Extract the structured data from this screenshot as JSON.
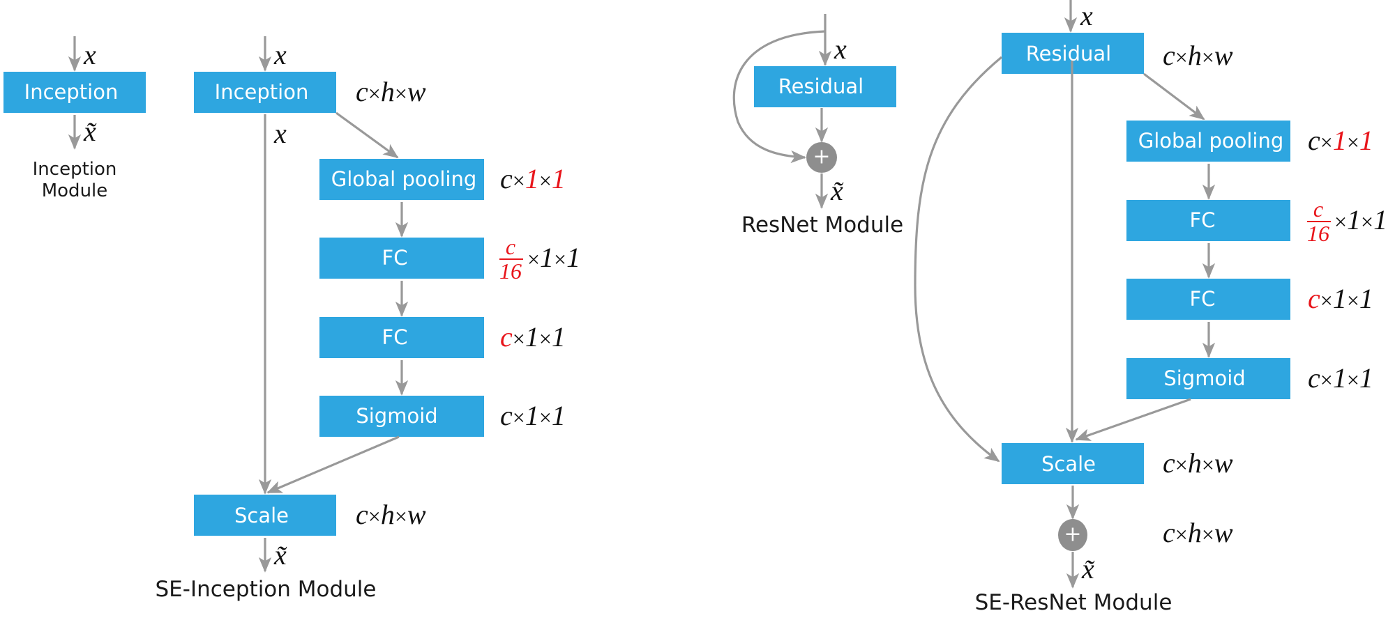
{
  "colors": {
    "block": "#2ea6e0",
    "arrow": "#999999",
    "highlight": "#e8151b",
    "text": "#111111"
  },
  "inception": {
    "block_label": "Inception",
    "input": "x",
    "output": "x̃",
    "caption_line1": "Inception",
    "caption_line2": "Module"
  },
  "se_inception": {
    "input": "x",
    "skip_label": "x",
    "output": "x̃",
    "caption": "SE-Inception Module",
    "blocks": [
      {
        "label": "Inception",
        "dim": [
          "c",
          "h",
          "w"
        ]
      },
      {
        "label": "Global pooling",
        "dim": [
          "c",
          "1",
          "1"
        ]
      },
      {
        "label": "FC",
        "dim": [
          "c/16",
          "1",
          "1"
        ]
      },
      {
        "label": "FC",
        "dim": [
          "c",
          "1",
          "1"
        ]
      },
      {
        "label": "Sigmoid",
        "dim": [
          "c",
          "1",
          "1"
        ]
      },
      {
        "label": "Scale",
        "dim": [
          "c",
          "h",
          "w"
        ]
      }
    ]
  },
  "resnet": {
    "block_label": "Residual",
    "input": "x",
    "output": "x̃",
    "plus": "+",
    "caption": "ResNet Module"
  },
  "se_resnet": {
    "input": "x",
    "output": "x̃",
    "plus": "+",
    "plus_dim": [
      "c",
      "h",
      "w"
    ],
    "caption": "SE-ResNet Module",
    "blocks": [
      {
        "label": "Residual",
        "dim": [
          "c",
          "h",
          "w"
        ]
      },
      {
        "label": "Global pooling",
        "dim": [
          "c",
          "1",
          "1"
        ]
      },
      {
        "label": "FC",
        "dim": [
          "c/16",
          "1",
          "1"
        ]
      },
      {
        "label": "FC",
        "dim": [
          "c",
          "1",
          "1"
        ]
      },
      {
        "label": "Sigmoid",
        "dim": [
          "c",
          "1",
          "1"
        ]
      },
      {
        "label": "Scale",
        "dim": [
          "c",
          "h",
          "w"
        ]
      }
    ]
  },
  "symbols": {
    "times": "×",
    "c": "c",
    "h": "h",
    "w": "w",
    "one": "1",
    "frac_num": "c",
    "frac_den": "16"
  }
}
